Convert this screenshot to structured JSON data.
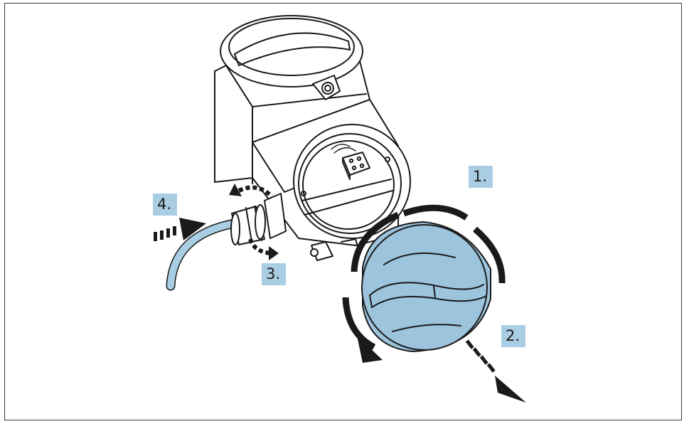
{
  "colors": {
    "outline": "#1a1a1a",
    "highlight_blue": "#a9cde3",
    "cover_blue": "#9cc4dc",
    "background": "#ffffff"
  },
  "steps": {
    "step_1": "1.",
    "step_2": "2.",
    "step_3": "3.",
    "step_4": "4."
  },
  "parts": {
    "housing": "transmitter-housing",
    "cover": "housing-cover",
    "cable_gland": "cable-gland",
    "cable": "cable",
    "terminal_block": "terminal-block"
  }
}
